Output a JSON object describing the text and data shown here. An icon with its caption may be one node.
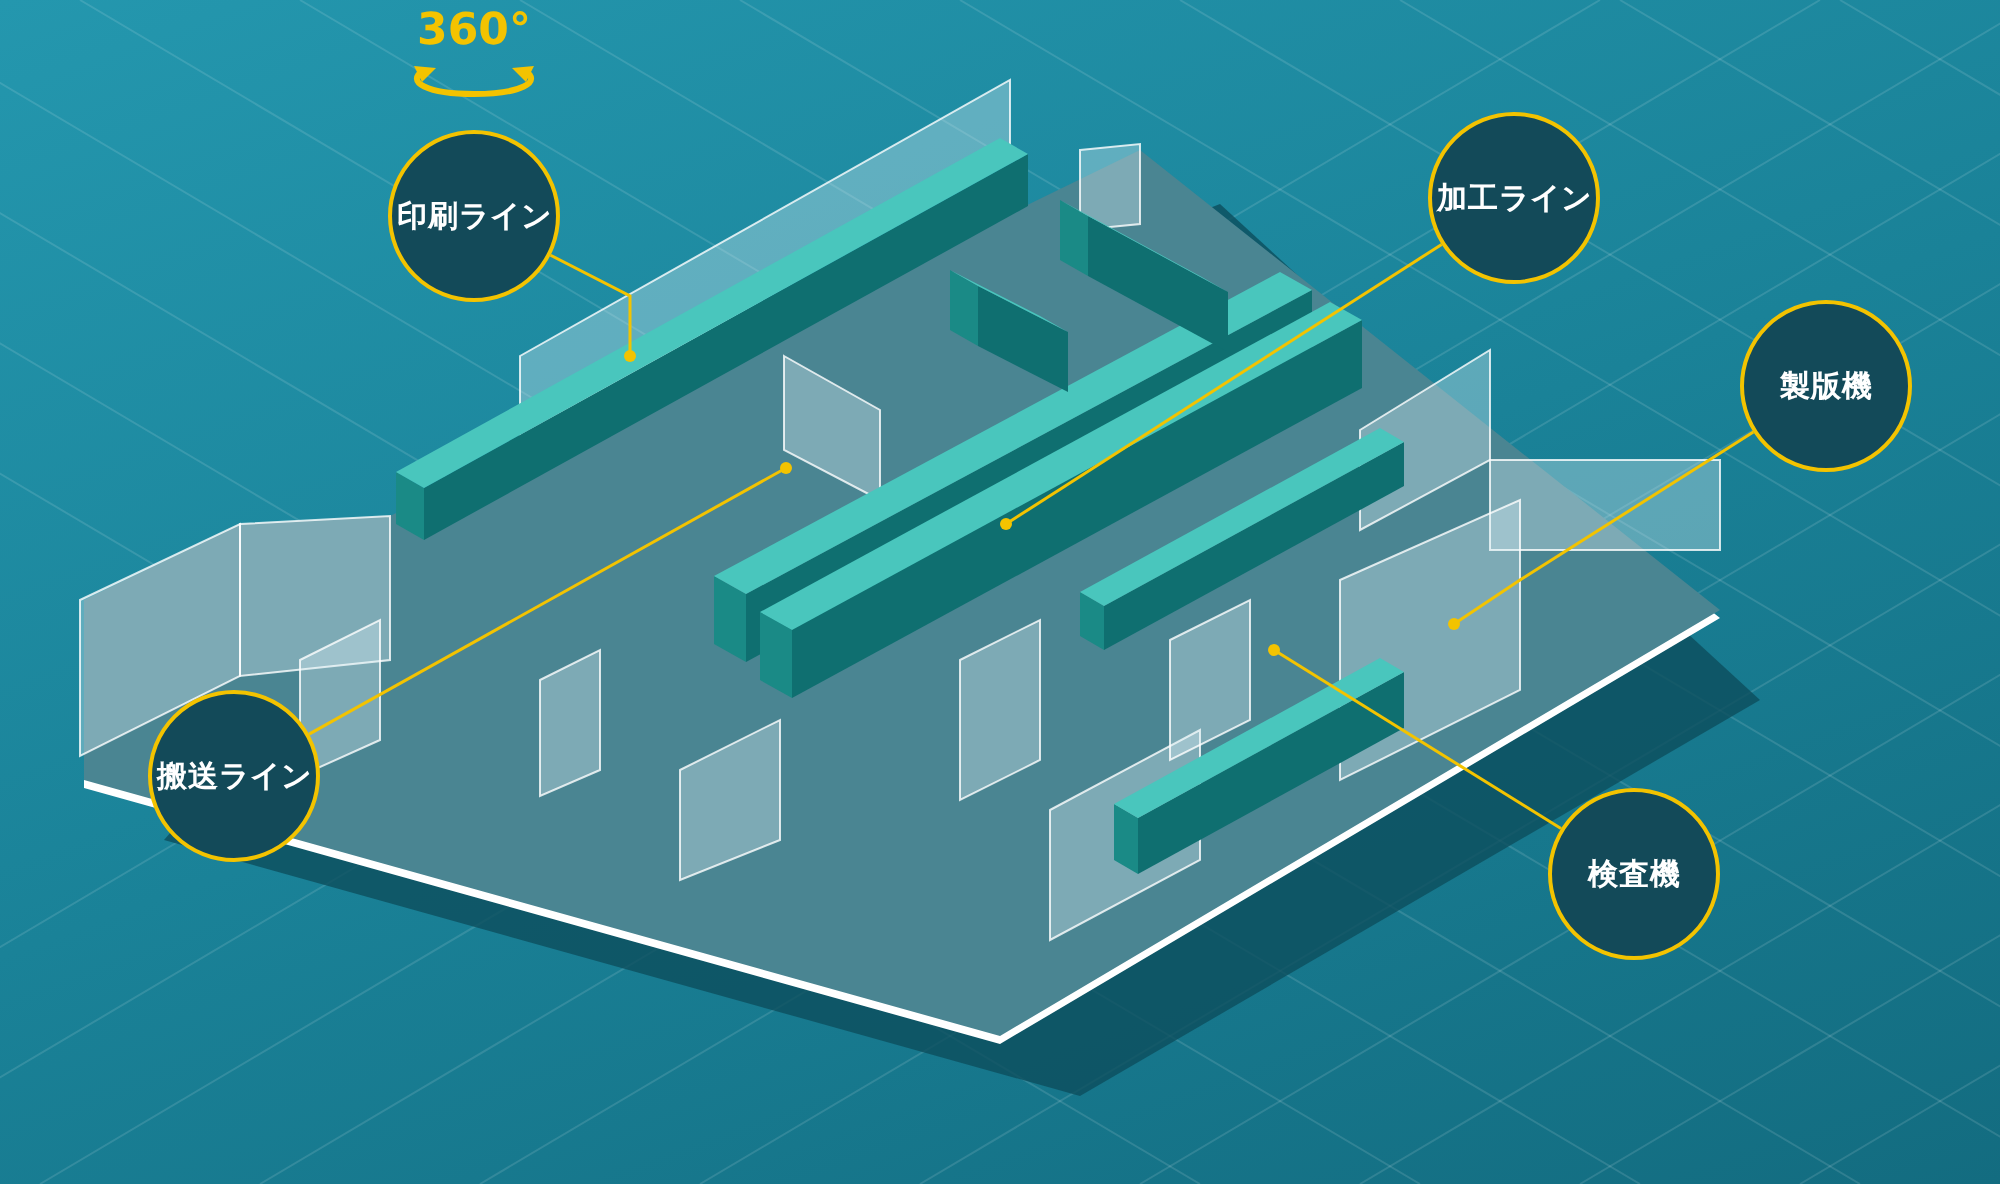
{
  "diagram": {
    "nodes": [
      {
        "text": [
          "印刷ライン"
        ],
        "beside": [
          "360°"
        ]
      },
      {
        "text": [
          "加工ライン"
        ]
      },
      {
        "text": [
          "製版機"
        ]
      },
      {
        "text": [
          "搬送ライン"
        ]
      },
      {
        "text": [
          "検査機"
        ]
      }
    ],
    "edges": [
      {
        "from": 0,
        "to": null,
        "arrow": "other"
      },
      {
        "from": 1,
        "to": null,
        "arrow": "other"
      },
      {
        "from": 2,
        "to": null,
        "arrow": "other"
      },
      {
        "from": 3,
        "to": null,
        "arrow": "other"
      },
      {
        "from": 4,
        "to": null,
        "arrow": "other"
      }
    ]
  }
}
